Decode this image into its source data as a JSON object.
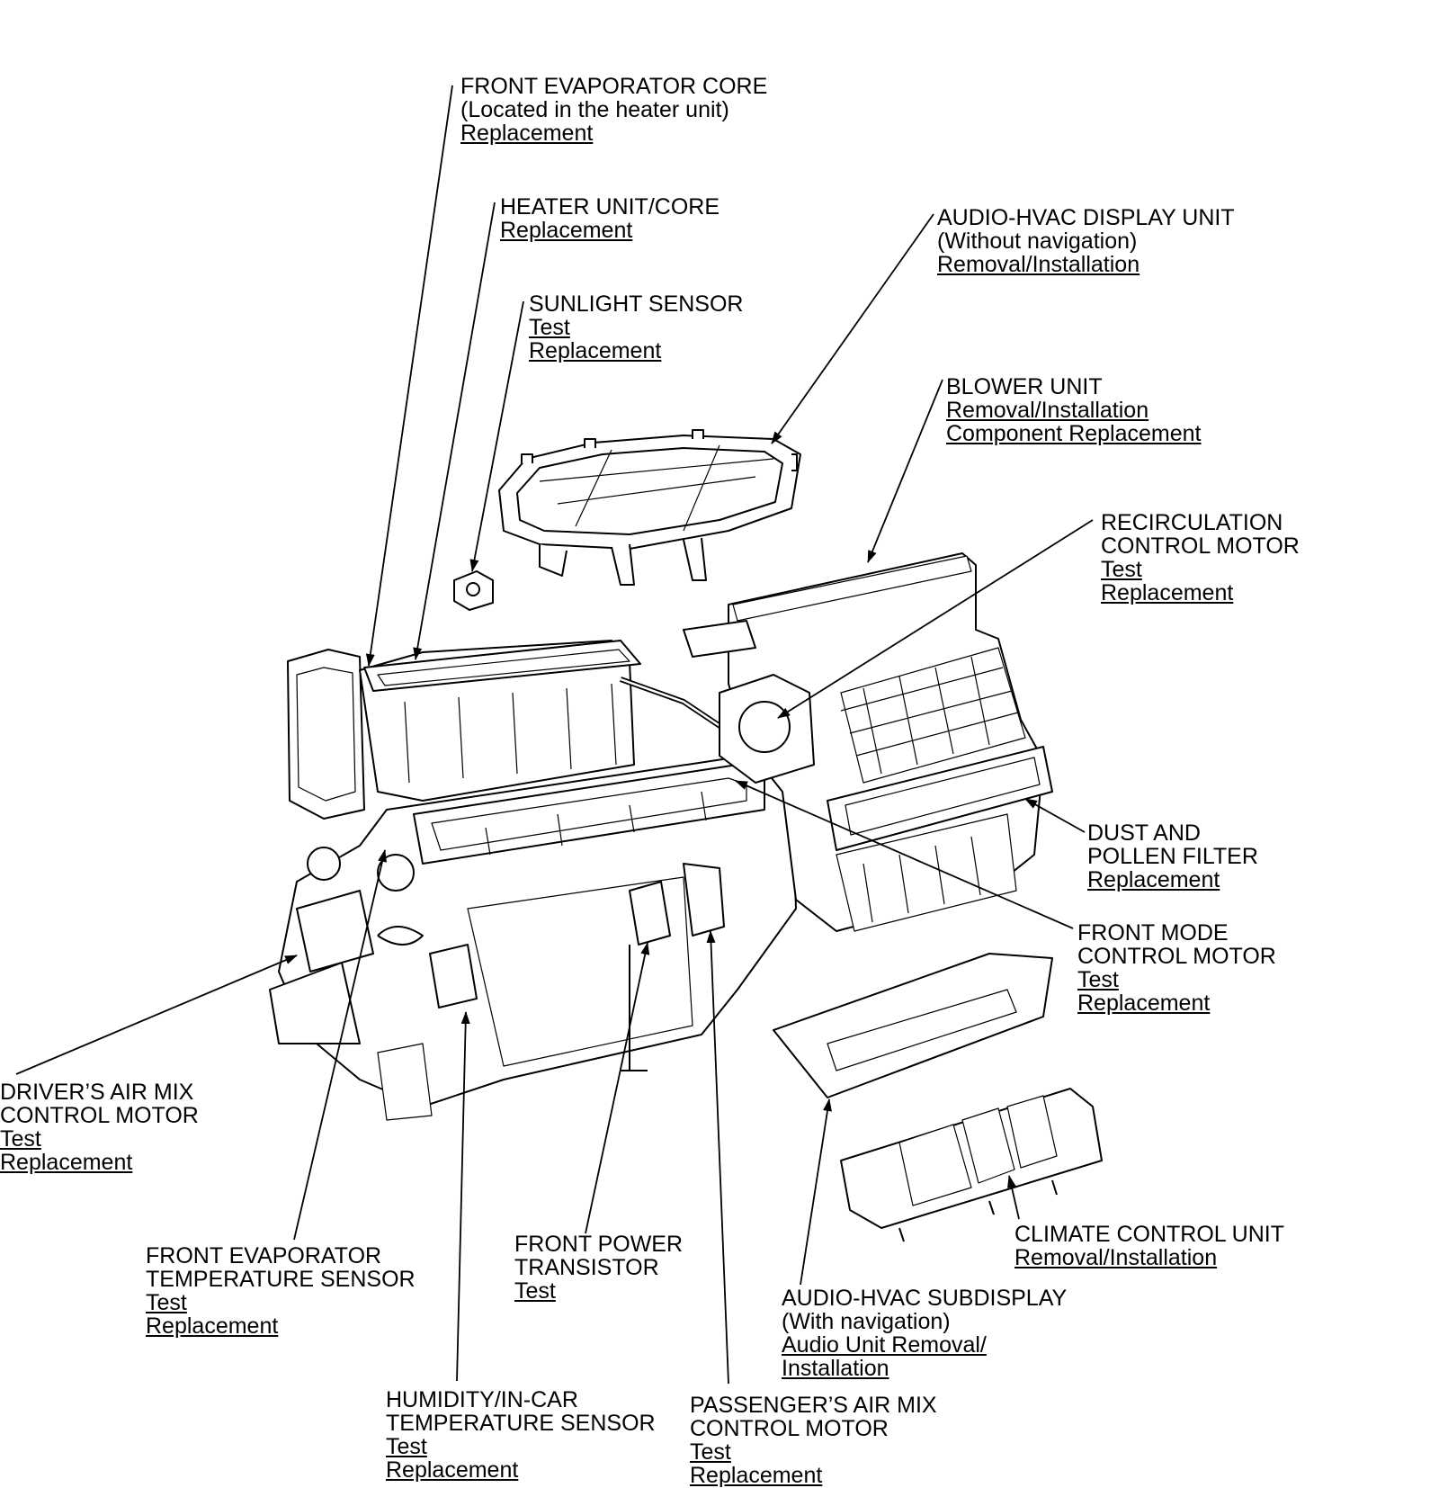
{
  "callouts": {
    "front_evaporator_core": {
      "title": [
        "FRONT EVAPORATOR CORE",
        "(Located in the heater unit)"
      ],
      "links": [
        "Replacement"
      ]
    },
    "heater_unit_core": {
      "title": [
        "HEATER UNIT/CORE"
      ],
      "links": [
        "Replacement"
      ]
    },
    "sunlight_sensor": {
      "title": [
        "SUNLIGHT SENSOR"
      ],
      "links": [
        "Test",
        "Replacement"
      ]
    },
    "audio_hvac_display_unit": {
      "title": [
        "AUDIO-HVAC DISPLAY UNIT",
        "(Without navigation)"
      ],
      "links": [
        "Removal/Installation"
      ]
    },
    "blower_unit": {
      "title": [
        "BLOWER UNIT"
      ],
      "links": [
        "Removal/Installation",
        "Component Replacement"
      ]
    },
    "recirculation_control_motor": {
      "title": [
        "RECIRCULATION",
        "CONTROL MOTOR"
      ],
      "links": [
        "Test",
        "Replacement"
      ]
    },
    "dust_pollen_filter": {
      "title": [
        "DUST AND",
        "POLLEN FILTER"
      ],
      "links": [
        "Replacement"
      ]
    },
    "front_mode_control_motor": {
      "title": [
        "FRONT MODE",
        "CONTROL MOTOR"
      ],
      "links": [
        "Test",
        "Replacement"
      ]
    },
    "drivers_air_mix_control_motor": {
      "title": [
        "DRIVER’S AIR MIX",
        "CONTROL MOTOR"
      ],
      "links": [
        "Test",
        "Replacement"
      ]
    },
    "front_evaporator_temp_sensor": {
      "title": [
        "FRONT EVAPORATOR",
        "TEMPERATURE SENSOR"
      ],
      "links": [
        "Test",
        "Replacement"
      ]
    },
    "front_power_transistor": {
      "title": [
        "FRONT POWER",
        "TRANSISTOR"
      ],
      "links": [
        "Test"
      ]
    },
    "climate_control_unit": {
      "title": [
        "CLIMATE CONTROL UNIT"
      ],
      "links": [
        "Removal/Installation"
      ]
    },
    "audio_hvac_subdisplay": {
      "title": [
        "AUDIO-HVAC SUBDISPLAY",
        "(With navigation)"
      ],
      "links": [
        "Audio Unit Removal/",
        "Installation"
      ]
    },
    "humidity_incar_temp_sensor": {
      "title": [
        "HUMIDITY/IN-CAR",
        "TEMPERATURE SENSOR"
      ],
      "links": [
        "Test",
        "Replacement"
      ]
    },
    "passengers_air_mix_control_motor": {
      "title": [
        "PASSENGER’S AIR MIX",
        "CONTROL MOTOR"
      ],
      "links": [
        "Test",
        "Replacement"
      ]
    }
  },
  "colors": {
    "ink": "#000000",
    "paper": "#ffffff"
  }
}
